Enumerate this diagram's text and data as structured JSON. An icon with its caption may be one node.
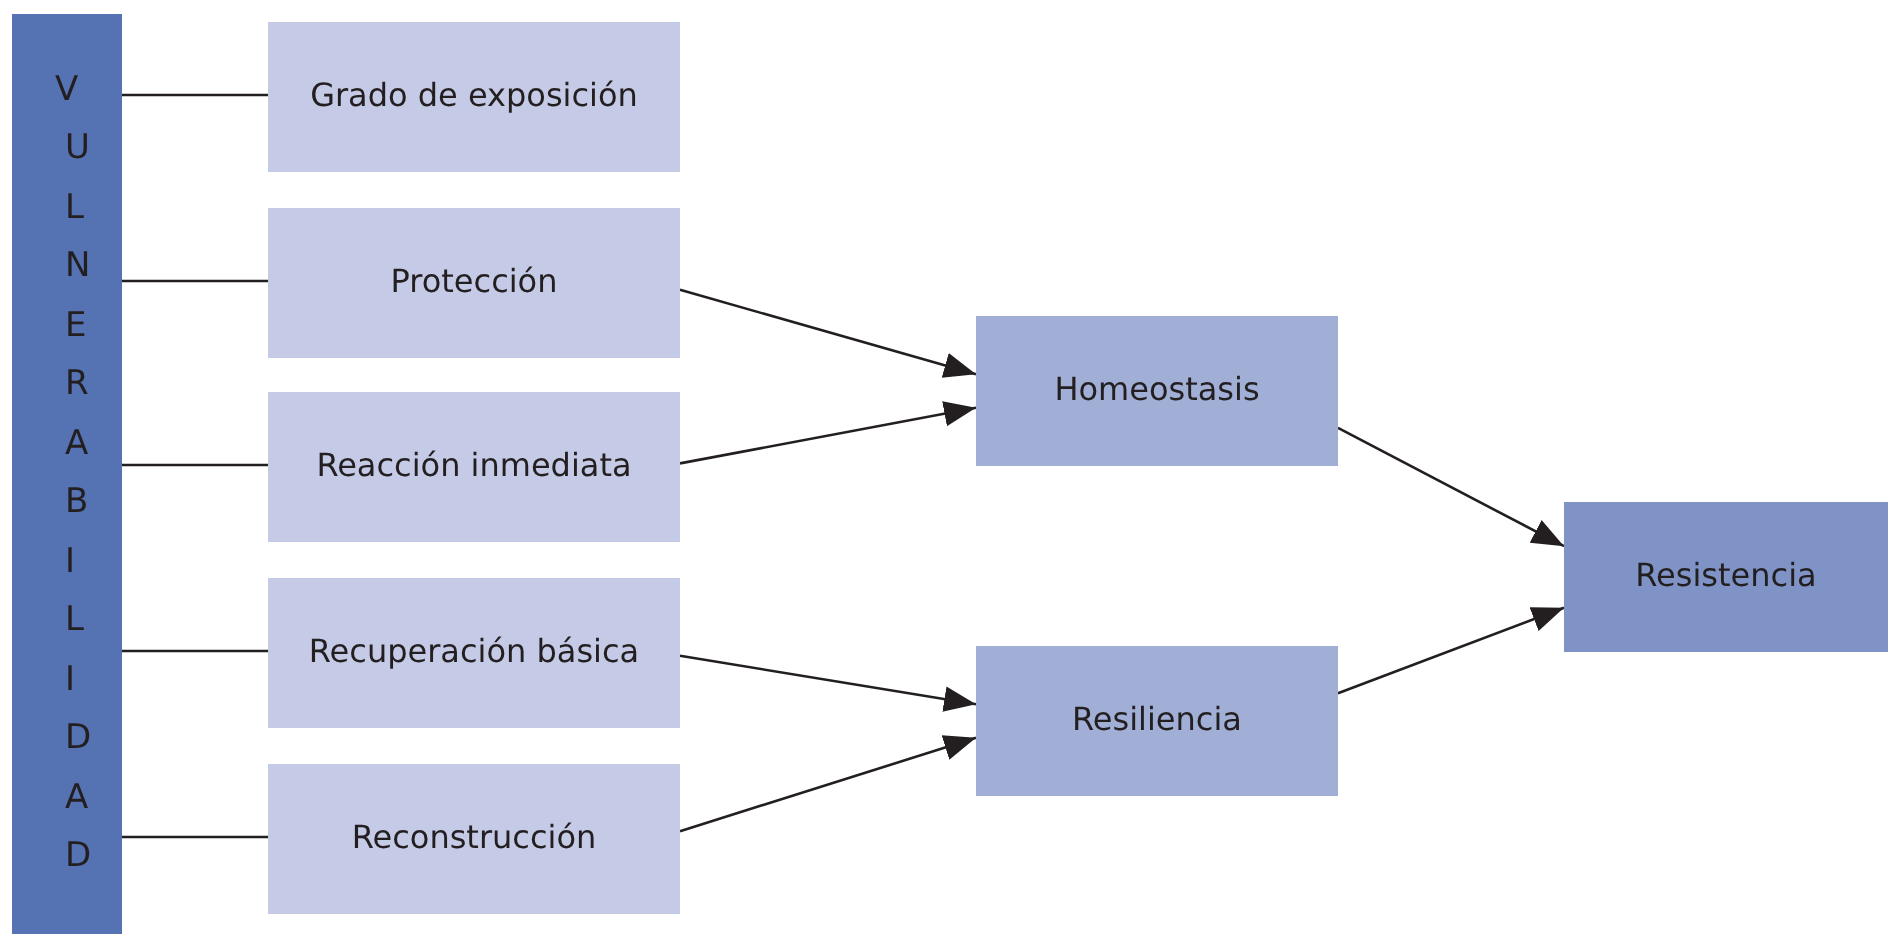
{
  "diagram": {
    "nodes": [
      {
        "text": [
          "VULNERABILIDAD"
        ]
      },
      {
        "text": [
          "Grado de exposición"
        ]
      },
      {
        "text": [
          "Protección"
        ]
      },
      {
        "text": [
          "Reacción inmediata"
        ]
      },
      {
        "text": [
          "Recuperación básica"
        ]
      },
      {
        "text": [
          "Reconstrucción"
        ]
      },
      {
        "text": [
          "Homeostasis"
        ]
      },
      {
        "text": [
          "Resiliencia"
        ]
      },
      {
        "text": [
          "Resistencia"
        ]
      }
    ],
    "edges": [
      {
        "from": 0,
        "to": 1,
        "arrow": "none"
      },
      {
        "from": 0,
        "to": 2,
        "arrow": "none"
      },
      {
        "from": 0,
        "to": 3,
        "arrow": "none"
      },
      {
        "from": 0,
        "to": 4,
        "arrow": "none"
      },
      {
        "from": 0,
        "to": 5,
        "arrow": "none"
      },
      {
        "from": 2,
        "to": 6,
        "arrow": "to"
      },
      {
        "from": 3,
        "to": 6,
        "arrow": "to"
      },
      {
        "from": 4,
        "to": 7,
        "arrow": "to"
      },
      {
        "from": 5,
        "to": 7,
        "arrow": "to"
      },
      {
        "from": 6,
        "to": 8,
        "arrow": "to"
      },
      {
        "from": 7,
        "to": 8,
        "arrow": "to"
      }
    ]
  }
}
